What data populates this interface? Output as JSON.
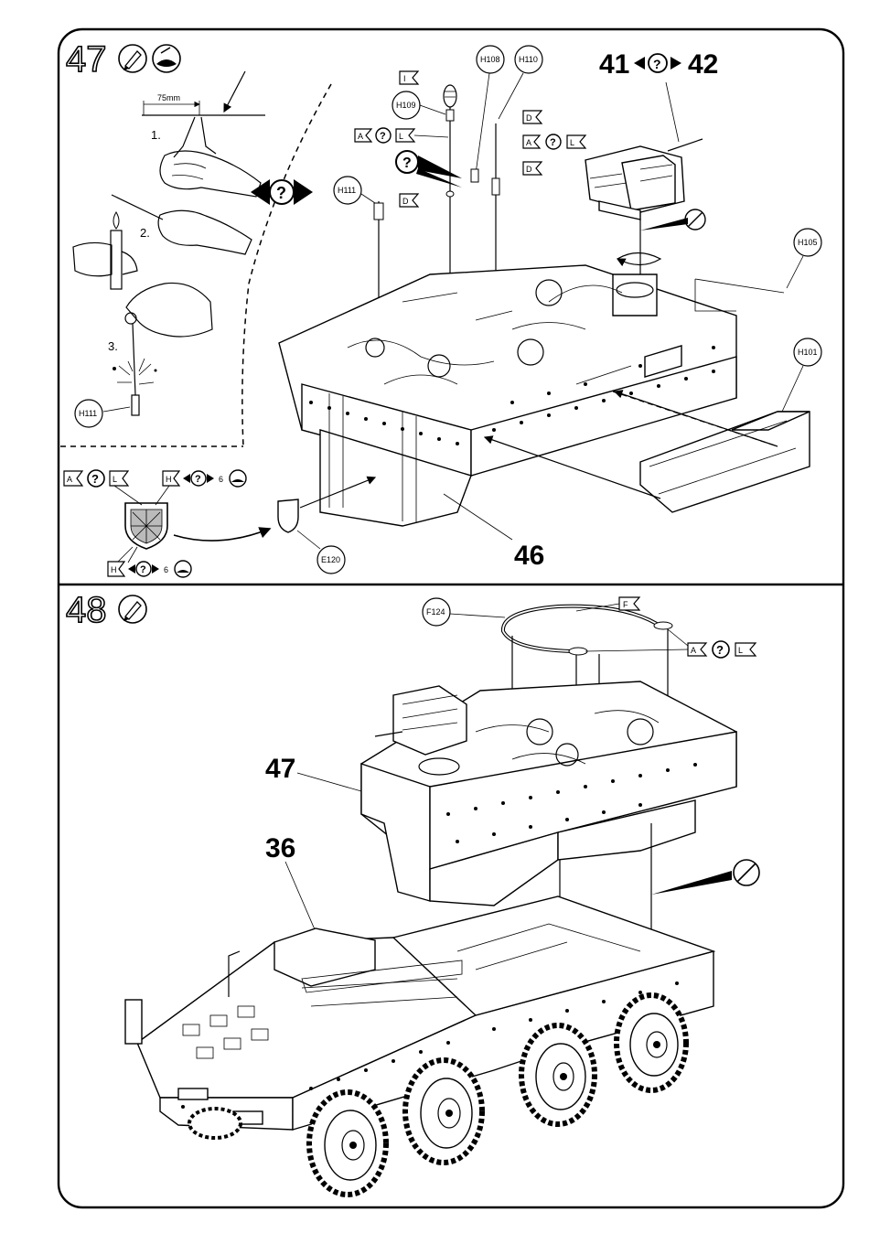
{
  "step47": {
    "number": "47",
    "measure": "75mm",
    "substeps": [
      "1.",
      "2.",
      "3."
    ],
    "part_numbers": {
      "h108": "H108",
      "h109": "H109",
      "h110": "H110",
      "h111_top": "H111",
      "h111_bottom": "H111",
      "h105": "H105",
      "h101": "H101",
      "e120": "E120"
    },
    "color_codes": {
      "i": "I",
      "a": "A",
      "l": "L",
      "d": "D",
      "h": "H",
      "six": "6"
    },
    "subassembly_ref": {
      "left": "41",
      "right": "42"
    },
    "result_label": "46"
  },
  "step48": {
    "number": "48",
    "part_numbers": {
      "f124": "F124"
    },
    "color_codes": {
      "f": "F",
      "a": "A",
      "l": "L"
    },
    "labels": {
      "assembly_47": "47",
      "assembly_36": "36"
    }
  }
}
